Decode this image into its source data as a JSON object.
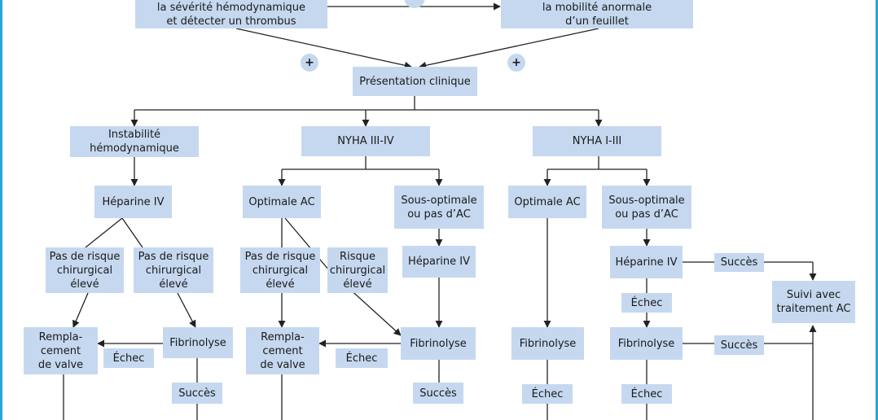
{
  "nodes": {
    "top_left": "la sévérité hémodynamique\net détecter un thrombus",
    "top_right": "la mobilité anormale\nd’un feuillet",
    "plus_left": "+",
    "plus_right": "+",
    "presentation": "Présentation clinique",
    "instabilite": "Instabilité\nhémodynamique",
    "nyha34": "NYHA III-IV",
    "nyha13": "NYHA I-III",
    "heparine_a": "Héparine IV",
    "pas_risque_a1": "Pas de risque\nchirurgical\nélevé",
    "pas_risque_a2": "Pas de risque\nchirurgical\nélevé",
    "remplacement_a": "Rempla-\ncement\nde valve",
    "fibrinolyse_a": "Fibrinolyse",
    "echec_a": "Échec",
    "succes_a": "Succès",
    "optimale_b": "Optimale AC",
    "sous_opt_b": "Sous-optimale\nou pas d’AC",
    "pas_risque_b": "Pas de risque\nchirurgical\nélevé",
    "risque_b": "Risque\nchirurgical\nélevé",
    "heparine_b": "Héparine IV",
    "remplacement_b": "Rempla-\ncement\nde valve",
    "echec_b": "Échec",
    "fibrinolyse_b": "Fibrinolyse",
    "succes_b": "Succès",
    "optimale_c": "Optimale AC",
    "sous_opt_c": "Sous-optimale\nou pas d’AC",
    "heparine_c": "Héparine IV",
    "succes_c1": "Succès",
    "suivi_c": "Suivi avec\ntraitement AC",
    "echec_c1": "Échec",
    "fibrinolyse_c1": "Fibrinolyse",
    "fibrinolyse_c2": "Fibrinolyse",
    "succes_c2": "Succès",
    "echec_c2": "Échec",
    "echec_c3": "Échec"
  },
  "colors": {
    "box": "#c5d8ef",
    "line": "#222222",
    "edge": "#2aa3dc"
  }
}
